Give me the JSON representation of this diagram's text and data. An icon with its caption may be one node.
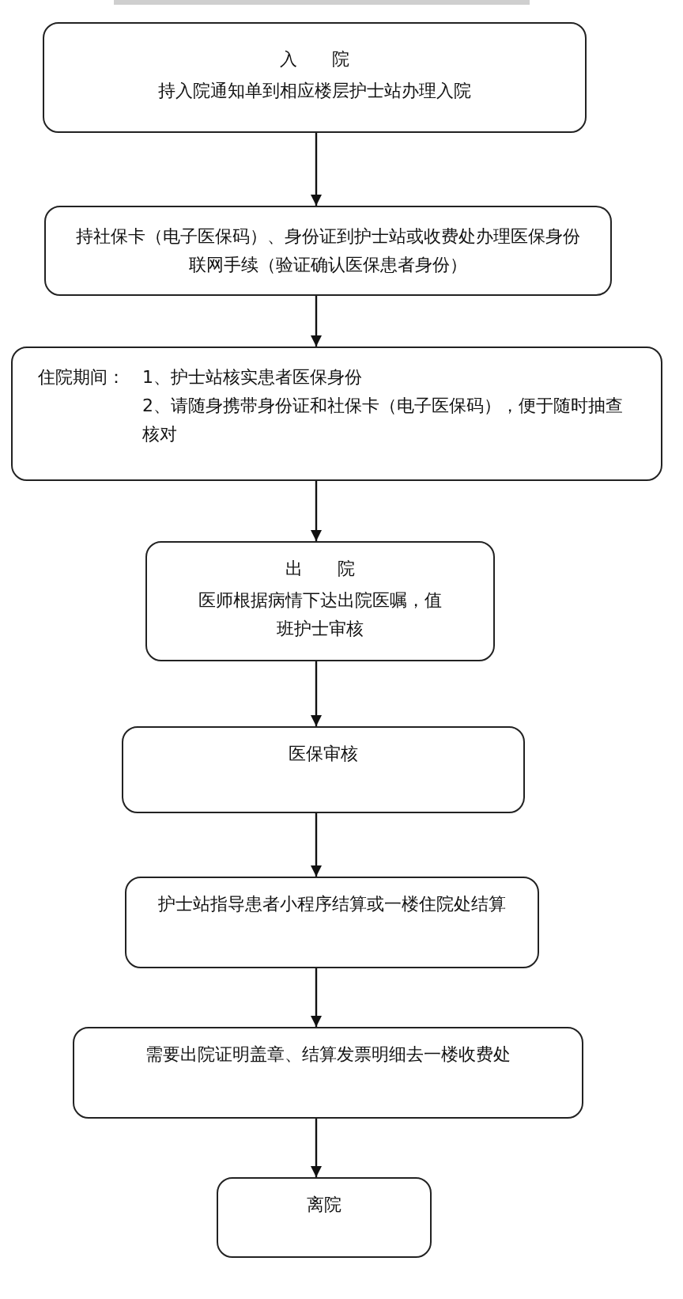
{
  "diagram": {
    "nodes": [
      {
        "text": [
          "入　　院",
          "持入院通知单到相应楼层护士站办理入院"
        ]
      },
      {
        "text": [
          "持社保卡（电子医保码）、身份证到护士站或收费处办理医保身份联网手续（验证确认医保患者身份）"
        ]
      },
      {
        "text": [
          "住院期间：",
          "1、护士站核实患者医保身份",
          "2、请随身携带身份证和社保卡（电子医保码），便于随时抽查核对"
        ]
      },
      {
        "text": [
          "出　　院",
          "医师根据病情下达出院医嘱，值班护士审核"
        ]
      },
      {
        "text": [
          "医保审核"
        ]
      },
      {
        "text": [
          "护士站指导患者小程序结算或一楼住院处结算"
        ]
      },
      {
        "text": [
          "需要出院证明盖章、结算发票明细去一楼收费处"
        ]
      },
      {
        "text": [
          "离院"
        ]
      }
    ],
    "edges": [
      {
        "from": 0,
        "to": 1,
        "arrow": "to"
      },
      {
        "from": 1,
        "to": 2,
        "arrow": "to"
      },
      {
        "from": 2,
        "to": 3,
        "arrow": "to"
      },
      {
        "from": 3,
        "to": 4,
        "arrow": "to"
      },
      {
        "from": 4,
        "to": 5,
        "arrow": "to"
      },
      {
        "from": 5,
        "to": 6,
        "arrow": "to"
      },
      {
        "from": 6,
        "to": 7,
        "arrow": "to"
      }
    ]
  }
}
